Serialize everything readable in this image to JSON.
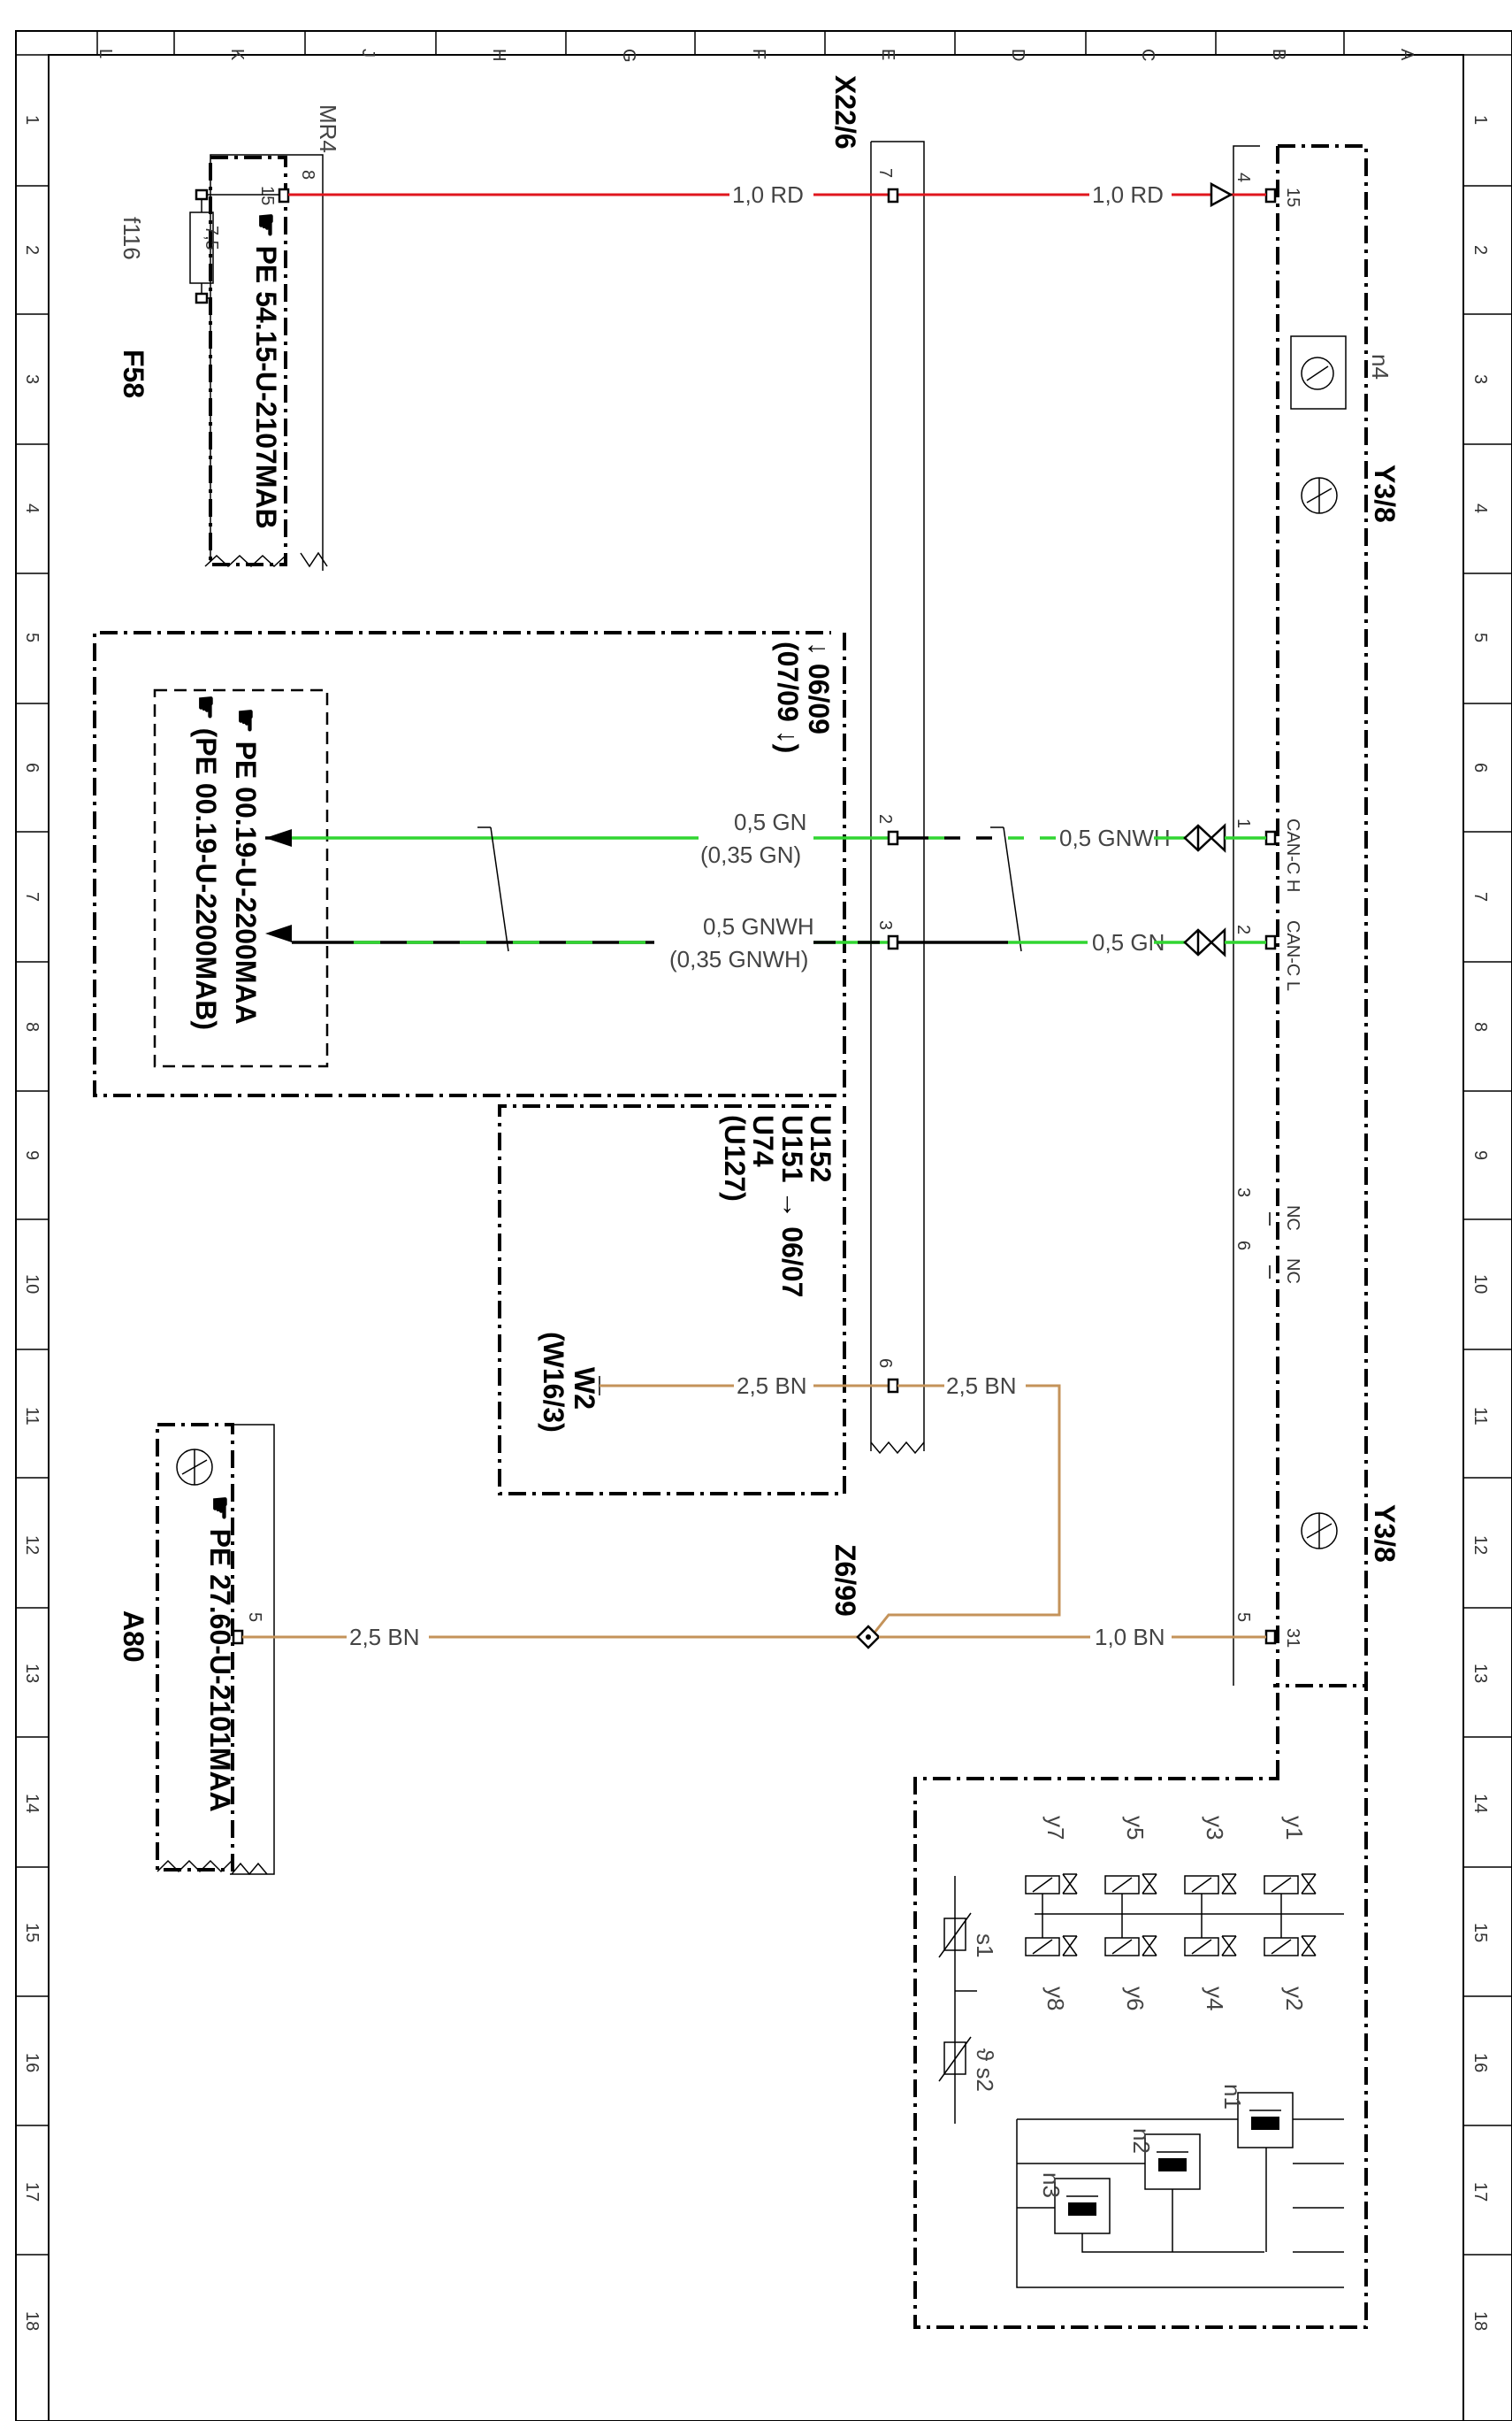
{
  "grid": {
    "letters": [
      "L",
      "K",
      "J",
      "H",
      "G",
      "F",
      "E",
      "D",
      "C",
      "B",
      "A"
    ],
    "numbers": [
      "1",
      "2",
      "3",
      "4",
      "5",
      "6",
      "7",
      "8",
      "9",
      "10",
      "11",
      "12",
      "13",
      "14",
      "15",
      "16",
      "17",
      "18"
    ]
  },
  "components": {
    "f58": {
      "id": "F58",
      "fuse": "f116",
      "rating": "7,5",
      "ref_mark": "MR4",
      "pin15": "15",
      "pin8": "8",
      "ref": "PE 54.15-U-2107MAB"
    },
    "x22_6": {
      "id": "X22/6",
      "pins": [
        "7",
        "2",
        "3",
        "6"
      ]
    },
    "y3_8_top": {
      "id": "Y3/8",
      "sub": "n4",
      "pin4": "4",
      "pin15": "15",
      "pin1": "1",
      "can_h": "CAN-C H",
      "pin2": "2",
      "can_l": "CAN-C L",
      "pin3": "3",
      "nc3": "NC",
      "pin6": "6",
      "nc6": "NC"
    },
    "y3_8_bottom": {
      "id": "Y3/8",
      "pin5": "5",
      "pin31": "31"
    },
    "a80": {
      "id": "A80",
      "pin5": "5",
      "ref": "PE 27.60-U-2101MAA"
    },
    "z6_99": {
      "id": "Z6/99"
    },
    "w2": {
      "id": "W2",
      "alt": "(W16/3)"
    },
    "can_ref": {
      "ref1": "PE 00.19-U-2200MAA",
      "ref2": "(PE 00.19-U-2200MAB)",
      "date1": "06/09",
      "date2": "(07/09"
    },
    "ground_box": {
      "codes": [
        "U152",
        "U151",
        "U74",
        "(U127)"
      ],
      "date": "06/07"
    },
    "valve_block": {
      "valves": [
        "y1",
        "y2",
        "y3",
        "y4",
        "y5",
        "y6",
        "y7",
        "y8"
      ],
      "sensors": [
        "s1",
        "s2"
      ],
      "speed_sensors": [
        "n1",
        "n2",
        "n3"
      ]
    }
  },
  "wires": {
    "red_left": "1,0 RD",
    "red_right": "1,0 RD",
    "gn_left": "0,5 GN",
    "gn_left_alt": "(0,35 GN)",
    "gnwh_left": "0,5 GNWH",
    "gnwh_left_alt": "(0,35 GNWH)",
    "gnwh_right": "0,5 GNWH",
    "gn_right": "0,5 GN",
    "bn_w2": "2,5 BN",
    "bn_mid": "2,5 BN",
    "bn_a80": "2,5 BN",
    "bn_y38": "1,0 BN"
  },
  "colors": {
    "red": "#e0161e",
    "green": "#30d531",
    "brown": "#c4935a",
    "black": "#000000"
  }
}
